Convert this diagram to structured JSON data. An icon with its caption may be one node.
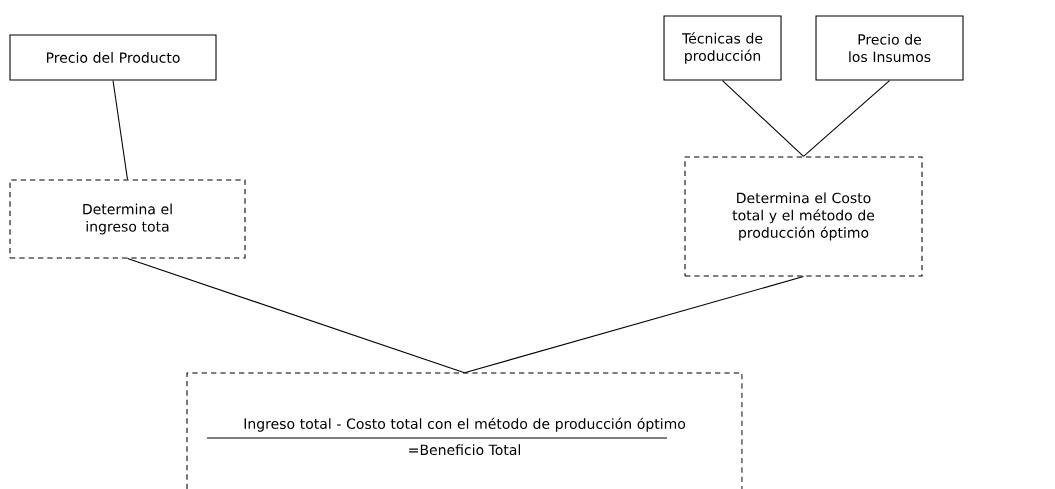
{
  "diagram": {
    "nodes": [
      {
        "text": [
          "Precio del Producto"
        ]
      },
      {
        "text": [
          "Técnicas de producción"
        ]
      },
      {
        "text": [
          "Precio de los Insumos"
        ]
      },
      {
        "text": [
          "Determina el ingreso tota"
        ]
      },
      {
        "text": [
          "Determina el Costo total y el método de producción óptimo"
        ]
      },
      {
        "text": [
          "Ingreso total - Costo total con el método de producción óptimo",
          "=Beneficio Total"
        ]
      }
    ],
    "edges": [
      {
        "from": 0,
        "to": 3,
        "arrow": "none"
      },
      {
        "from": 1,
        "to": 4,
        "arrow": "none"
      },
      {
        "from": 2,
        "to": 4,
        "arrow": "none"
      },
      {
        "from": 3,
        "to": 5,
        "arrow": "none"
      },
      {
        "from": 4,
        "to": 5,
        "arrow": "none"
      }
    ]
  }
}
